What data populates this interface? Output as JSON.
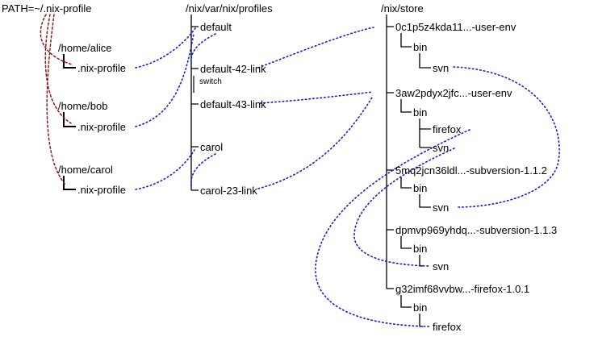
{
  "path_label": "PATH=~/.nix-profile",
  "homes": [
    {
      "dir": "/home/alice",
      "link": ".nix-profile"
    },
    {
      "dir": "/home/bob",
      "link": ".nix-profile"
    },
    {
      "dir": "/home/carol",
      "link": ".nix-profile"
    }
  ],
  "profiles": {
    "header": "/nix/var/nix/profiles",
    "items": [
      "default",
      "default-42-link",
      "default-43-link",
      "carol",
      "carol-23-link"
    ],
    "switch_label": "switch"
  },
  "store": {
    "header": "/nix/store",
    "entries": [
      {
        "name": "0c1p5z4kda11...-user-env",
        "bin": "bin",
        "binaries": [
          "svn"
        ]
      },
      {
        "name": "3aw2pdyx2jfc...-user-env",
        "bin": "bin",
        "binaries": [
          "firefox",
          "svn"
        ]
      },
      {
        "name": "5mq2jcn36ldl...-subversion-1.1.2",
        "bin": "bin",
        "binaries": [
          "svn"
        ]
      },
      {
        "name": "dpmvp969yhdq...-subversion-1.1.3",
        "bin": "bin",
        "binaries": [
          "svn"
        ]
      },
      {
        "name": "g32imf68vvbw...-firefox-1.0.1",
        "bin": "bin",
        "binaries": [
          "firefox"
        ]
      }
    ]
  },
  "links": [
    {
      "from": "/home/alice/.nix-profile",
      "to": "/nix/var/nix/profiles/default"
    },
    {
      "from": "/home/bob/.nix-profile",
      "to": "/nix/var/nix/profiles/default"
    },
    {
      "from": "/home/carol/.nix-profile",
      "to": "/nix/var/nix/profiles/carol"
    },
    {
      "from": "default",
      "to": "default-42-link"
    },
    {
      "from": "carol",
      "to": "carol-23-link"
    },
    {
      "from": "default-42-link",
      "to": "0c1p5z4kda11...-user-env"
    },
    {
      "from": "default-43-link",
      "to": "3aw2pdyx2jfc...-user-env"
    },
    {
      "from": "carol-23-link",
      "to": "3aw2pdyx2jfc...-user-env"
    },
    {
      "from": "0c1p5z4kda11...-user-env/bin/svn",
      "to": "5mq2jcn36ldl...-subversion-1.1.2/bin/svn"
    },
    {
      "from": "3aw2pdyx2jfc...-user-env/bin/firefox",
      "to": "g32imf68vvbw...-firefox-1.0.1/bin/firefox"
    },
    {
      "from": "3aw2pdyx2jfc...-user-env/bin/svn",
      "to": "dpmvp969yhdq...-subversion-1.1.3/bin/svn"
    }
  ],
  "colors": {
    "symlink_arrow": "#1a1acd",
    "reference_arrow": "#8b1a1a",
    "tree_line": "#000000"
  }
}
